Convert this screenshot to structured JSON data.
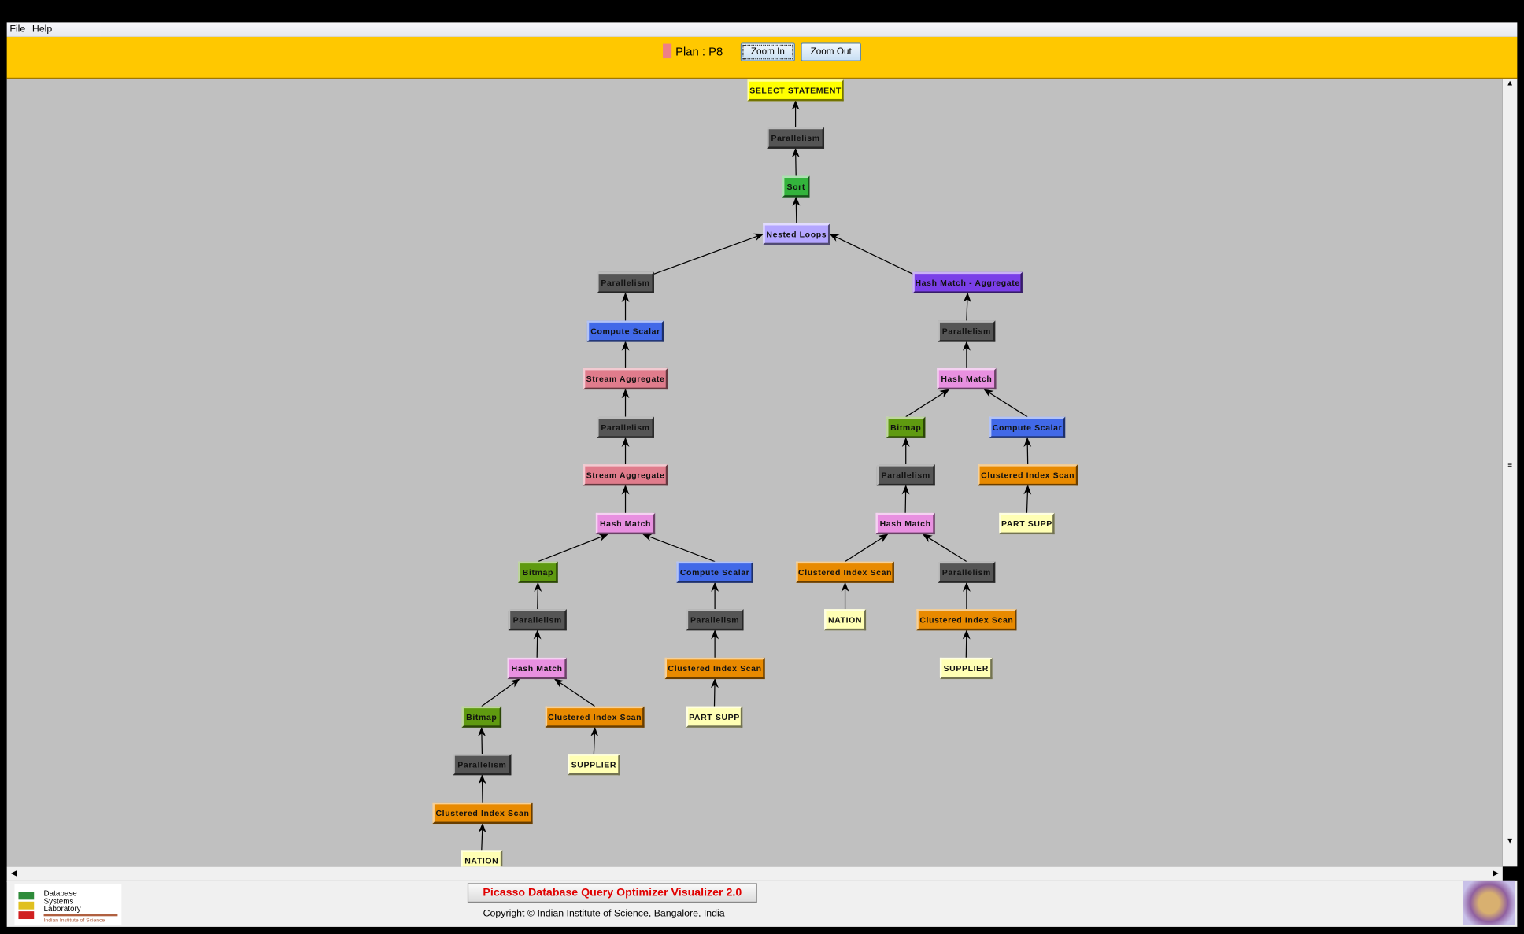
{
  "menu": {
    "file": "File",
    "help": "Help"
  },
  "toolbar": {
    "plan_label": "Plan : P8",
    "plan_color": "#ee7f88",
    "zoom_in": "Zoom In",
    "zoom_out": "Zoom Out"
  },
  "colors": {
    "select": "#ffff00",
    "parallelism": "#555555",
    "sort": "#33b33c",
    "nested": "#b4a6ff",
    "compute": "#4169e8",
    "stream": "#e07c8c",
    "hash": "#e890e0",
    "bitmap": "#5f9a10",
    "scan": "#e88a00",
    "table": "#ffffb4",
    "hashagg": "#7a3fe8"
  },
  "nodes": [
    {
      "id": 1,
      "label": "SELECT STATEMENT",
      "kind": "select",
      "parent": 0
    },
    {
      "id": 2,
      "label": "Parallelism",
      "kind": "parallelism",
      "parent": 1
    },
    {
      "id": 3,
      "label": "Sort",
      "kind": "sort",
      "parent": 2
    },
    {
      "id": 4,
      "label": "Nested Loops",
      "kind": "nested",
      "parent": 3
    },
    {
      "id": 5,
      "label": "Parallelism",
      "kind": "parallelism",
      "parent": 4
    },
    {
      "id": 6,
      "label": "Compute Scalar",
      "kind": "compute",
      "parent": 5
    },
    {
      "id": 7,
      "label": "Stream Aggregate",
      "kind": "stream",
      "parent": 6
    },
    {
      "id": 8,
      "label": "Parallelism",
      "kind": "parallelism",
      "parent": 7
    },
    {
      "id": 9,
      "label": "Stream Aggregate",
      "kind": "stream",
      "parent": 8
    },
    {
      "id": 10,
      "label": "Hash Match",
      "kind": "hash",
      "parent": 9
    },
    {
      "id": 11,
      "label": "Bitmap",
      "kind": "bitmap",
      "parent": 10
    },
    {
      "id": 12,
      "label": "Compute Scalar",
      "kind": "compute",
      "parent": 10
    },
    {
      "id": 13,
      "label": "Parallelism",
      "kind": "parallelism",
      "parent": 11
    },
    {
      "id": 14,
      "label": "Parallelism",
      "kind": "parallelism",
      "parent": 12
    },
    {
      "id": 15,
      "label": "Hash Match",
      "kind": "hash",
      "parent": 13
    },
    {
      "id": 16,
      "label": "Clustered Index Scan",
      "kind": "scan",
      "parent": 14
    },
    {
      "id": 17,
      "label": "Bitmap",
      "kind": "bitmap",
      "parent": 15
    },
    {
      "id": 18,
      "label": "Clustered Index Scan",
      "kind": "scan",
      "parent": 15
    },
    {
      "id": 19,
      "label": "PART SUPP",
      "kind": "table",
      "parent": 16
    },
    {
      "id": 20,
      "label": "Parallelism",
      "kind": "parallelism",
      "parent": 17
    },
    {
      "id": 21,
      "label": "SUPPLIER",
      "kind": "table",
      "parent": 18
    },
    {
      "id": 22,
      "label": "Clustered Index Scan",
      "kind": "scan",
      "parent": 20
    },
    {
      "id": 23,
      "label": "NATION",
      "kind": "table",
      "parent": 22
    },
    {
      "id": 24,
      "label": "Hash Match - Aggregate",
      "kind": "hashagg",
      "parent": 4
    },
    {
      "id": 25,
      "label": "Parallelism",
      "kind": "parallelism",
      "parent": 24
    },
    {
      "id": 26,
      "label": "Hash Match",
      "kind": "hash",
      "parent": 25
    },
    {
      "id": 27,
      "label": "Bitmap",
      "kind": "bitmap",
      "parent": 26
    },
    {
      "id": 28,
      "label": "Compute Scalar",
      "kind": "compute",
      "parent": 26
    },
    {
      "id": 29,
      "label": "Parallelism",
      "kind": "parallelism",
      "parent": 27
    },
    {
      "id": 30,
      "label": "Clustered Index Scan",
      "kind": "scan",
      "parent": 28
    },
    {
      "id": 31,
      "label": "Hash Match",
      "kind": "hash",
      "parent": 29
    },
    {
      "id": 32,
      "label": "PART SUPP",
      "kind": "table",
      "parent": 30
    },
    {
      "id": 33,
      "label": "Clustered Index Scan",
      "kind": "scan",
      "parent": 31
    },
    {
      "id": 34,
      "label": "Parallelism",
      "kind": "parallelism",
      "parent": 31
    },
    {
      "id": 35,
      "label": "NATION",
      "kind": "table",
      "parent": 33
    },
    {
      "id": 36,
      "label": "Clustered Index Scan",
      "kind": "scan",
      "parent": 34
    },
    {
      "id": 37,
      "label": "SUPPLIER",
      "kind": "table",
      "parent": 36
    }
  ],
  "footer": {
    "title": "Picasso Database Query Optimizer Visualizer 2.0",
    "copyright": "Copyright © Indian Institute of Science, Bangalore, India",
    "logo_text": "Database Systems Laboratory",
    "logo_sub": "Indian Institute of Science"
  }
}
